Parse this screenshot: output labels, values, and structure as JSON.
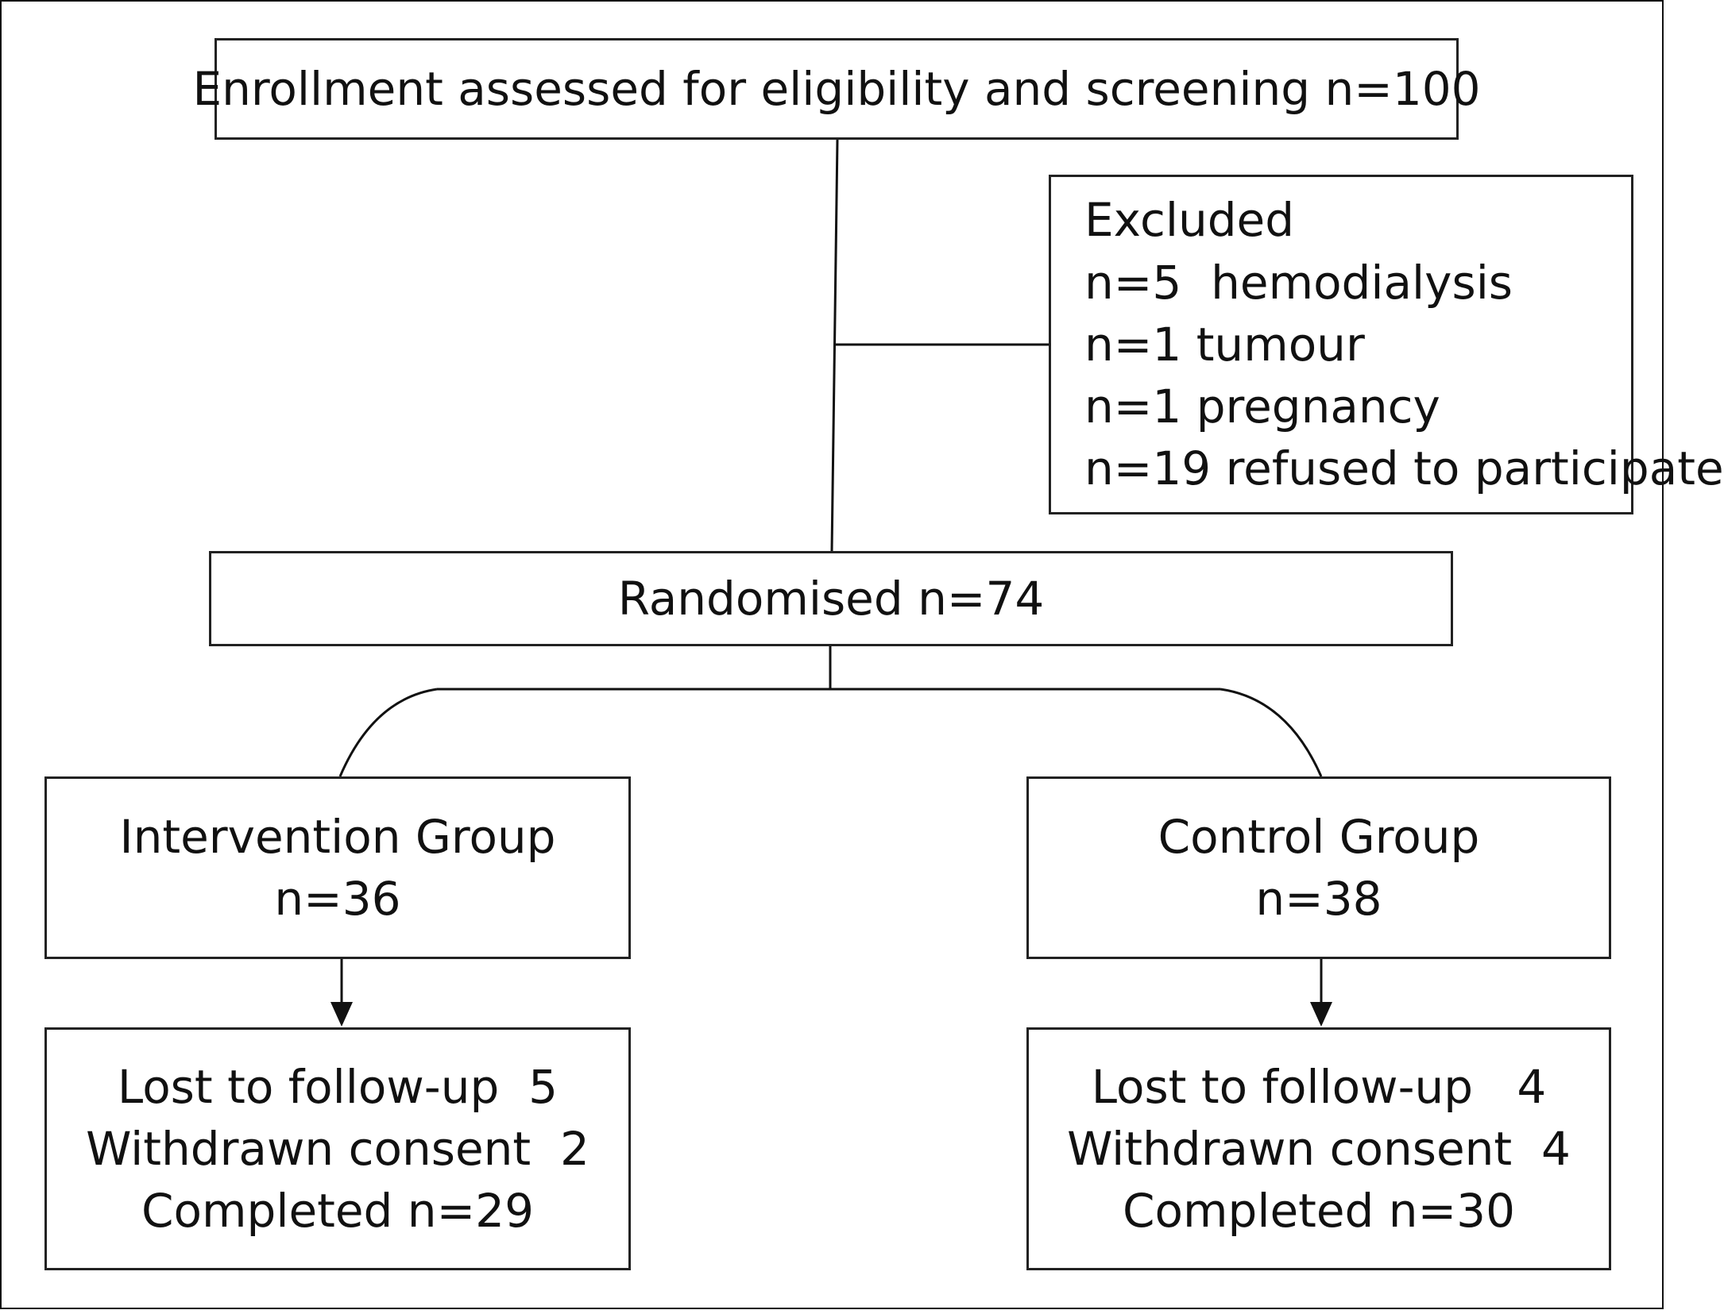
{
  "enrollment": {
    "text": "Enrollment assessed for eligibility and screening n=100"
  },
  "excluded": {
    "title": "Excluded",
    "reasons": [
      "n=5  hemodialysis",
      "n=1 tumour",
      "n=1 pregnancy",
      "n=19 refused to participate"
    ]
  },
  "randomised": {
    "text": "Randomised n=74"
  },
  "intervention": {
    "name": "Intervention Group",
    "n": "n=36",
    "lost": "Lost to follow-up  5",
    "withdrawn": "Withdrawn consent  2",
    "completed": "Completed n=29"
  },
  "control": {
    "name": "Control Group",
    "n": "n=38",
    "lost": "Lost to follow-up   4",
    "withdrawn": "Withdrawn consent  4",
    "completed": "Completed n=30"
  }
}
